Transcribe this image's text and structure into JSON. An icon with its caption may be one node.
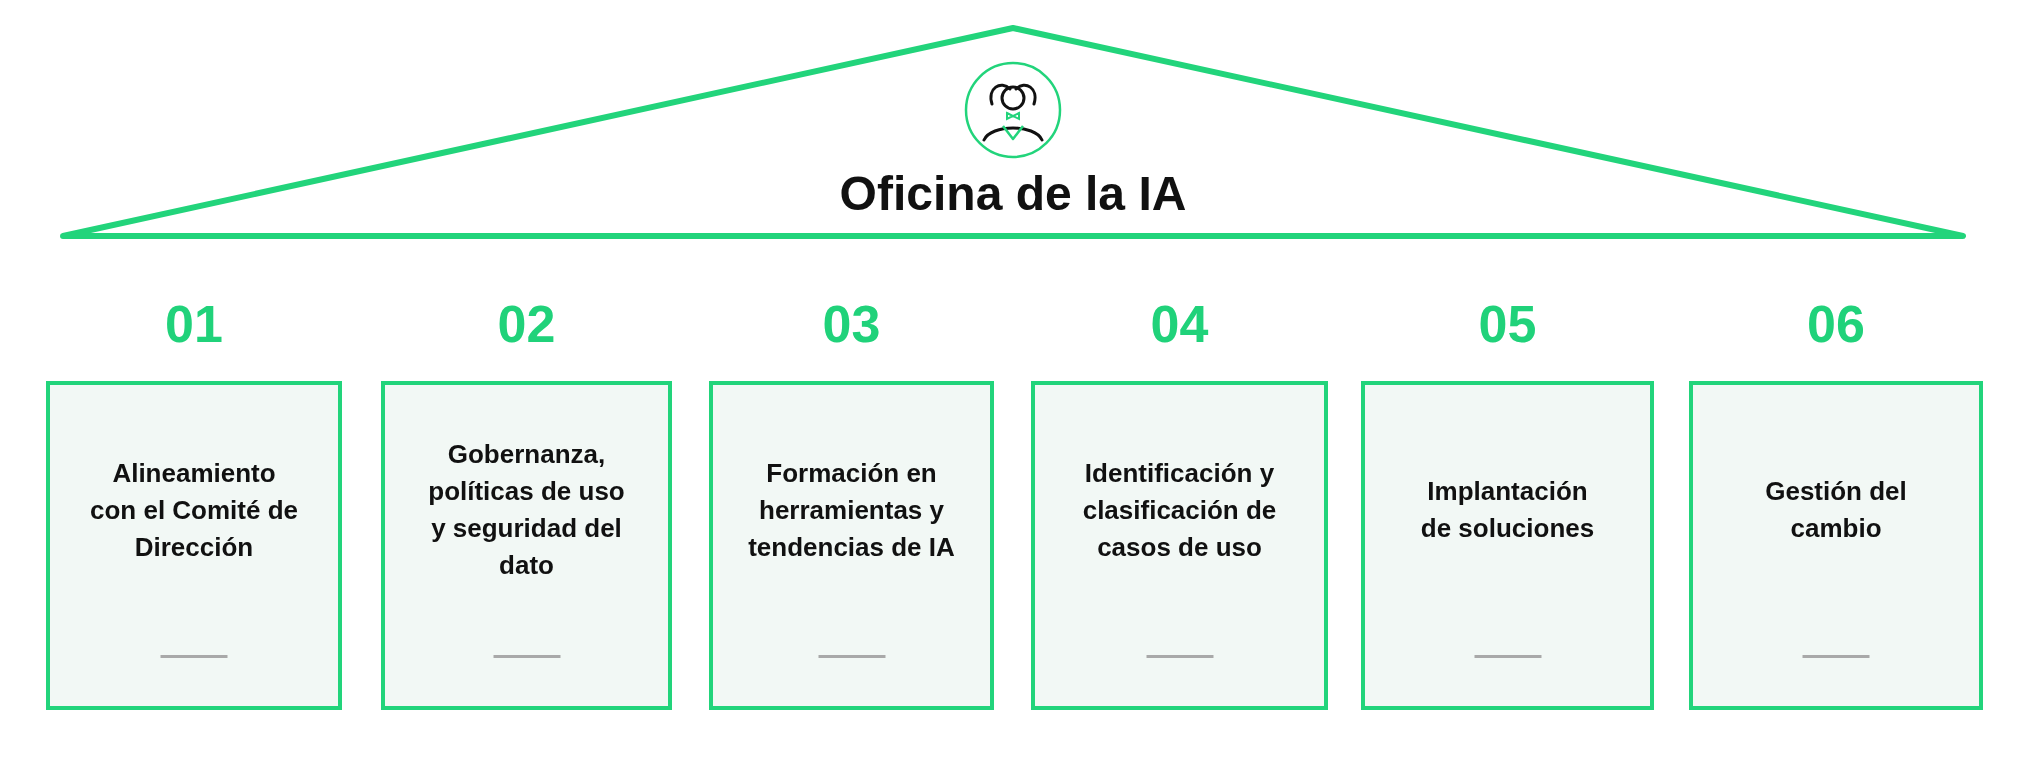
{
  "diagram": {
    "nodes": [
      {
        "text": [
          "Oficina de la IA"
        ]
      },
      {
        "text": [
          "01",
          "Alineamiento con el Comité de Dirección"
        ]
      },
      {
        "text": [
          "02",
          "Gobernanza, políticas de uso y seguridad del dato"
        ]
      },
      {
        "text": [
          "03",
          "Formación en herramientas y tendencias de IA"
        ]
      },
      {
        "text": [
          "04",
          "Identificación y clasificación de casos de uso"
        ]
      },
      {
        "text": [
          "05",
          "Implantación de soluciones"
        ]
      },
      {
        "text": [
          "06",
          "Gestión del cambio"
        ]
      }
    ]
  }
}
